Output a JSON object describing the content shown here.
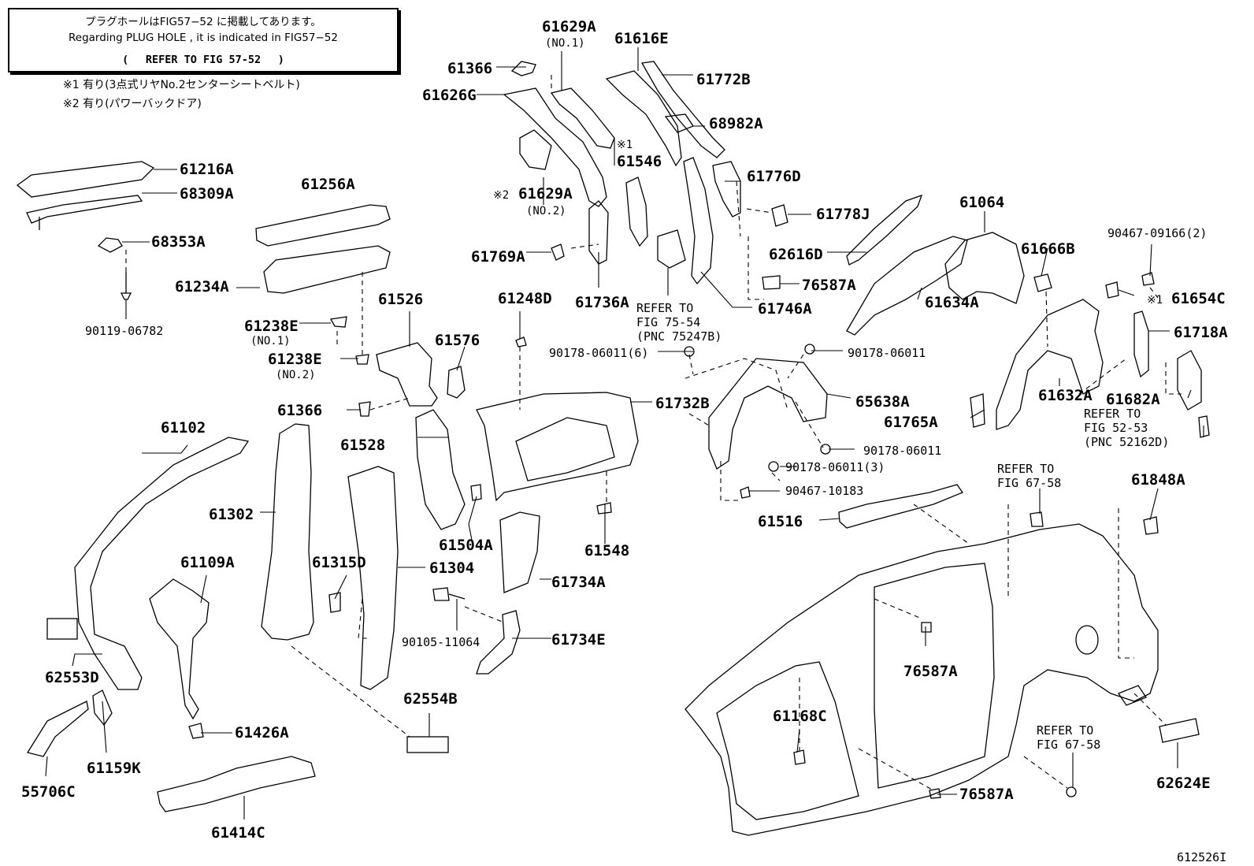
{
  "notes": {
    "box_line1": "プラグホールはFIG57−52 に掲載してあります。",
    "box_line2": "Regarding PLUG HOLE , it is indicated in FIG57−52",
    "box_line3": "(　 REFER TO FIG 57-52 　)",
    "note1": "※1 有り(3点式リヤNo.2センターシートベルト)",
    "note2": "※2 有り(パワーバックドア)"
  },
  "figure_id": "612526I",
  "labels": {
    "p61629A_1": "61629A",
    "p61629A_1_sub": "(NO.1)",
    "p61616E": "61616E",
    "p61366_top": "61366",
    "p61772B": "61772B",
    "p61626G": "61626G",
    "p68982A": "68982A",
    "mark1": "※1",
    "p61546": "61546",
    "p61776D": "61776D",
    "p61216A": "61216A",
    "p68309A": "68309A",
    "p61256A": "61256A",
    "mark2": "※2",
    "p61629A_2": "61629A",
    "p61629A_2_sub": "(NO.2)",
    "p61778J": "61778J",
    "p61064": "61064",
    "p68353A": "68353A",
    "p62616D": "62616D",
    "p61666B": "61666B",
    "p90467_09166": "90467-09166(2)",
    "p61769A": "61769A",
    "p61234A": "61234A",
    "p76587A_top": "76587A",
    "p61736A": "61736A",
    "p61634A": "61634A",
    "p61654C": "61654C",
    "mark1b": "※1",
    "p61526": "61526",
    "p61248D": "61248D",
    "ref_75_1": "REFER TO",
    "ref_75_2": "FIG 75-54",
    "ref_75_3": "(PNC 75247B)",
    "p61746A": "61746A",
    "p90119_06782": "90119-06782",
    "p61718A": "61718A",
    "p61238E_1": "61238E",
    "p61238E_1_sub": "(NO.1)",
    "p61576": "61576",
    "p90178_06011_6": "90178-06011(6)",
    "p90178_06011_a": "90178-06011",
    "p61238E_2": "61238E",
    "p61238E_2_sub": "(NO.2)",
    "p61632A": "61632A",
    "p61682A": "61682A",
    "p61732B": "61732B",
    "p65638A": "65638A",
    "p61366_mid": "61366",
    "ref_52_1": "REFER TO",
    "ref_52_2": "FIG 52-53",
    "ref_52_3": "(PNC 52162D)",
    "p61765A": "61765A",
    "p61102": "61102",
    "p61528": "61528",
    "p90178_06011_b": "90178-06011",
    "p90178_06011_3": "90178-06011(3)",
    "ref_67_1a": "REFER TO",
    "ref_67_1b": "FIG 67-58",
    "p61848A": "61848A",
    "p90467_10183": "90467-10183",
    "p61302": "61302",
    "p61516": "61516",
    "p61504A": "61504A",
    "p61548": "61548",
    "p61109A": "61109A",
    "p61315D": "61315D",
    "p61304": "61304",
    "p61734A": "61734A",
    "p90105_11064": "90105-11064",
    "p61734E": "61734E",
    "p62553D": "62553D",
    "p76587A_mid": "76587A",
    "p62554B": "62554B",
    "p61168C": "61168C",
    "ref_67_2a": "REFER TO",
    "ref_67_2b": "FIG 67-58",
    "p61426A": "61426A",
    "p55706C": "55706C",
    "p61159K": "61159K",
    "p62624E": "62624E",
    "p76587A_bot": "76587A",
    "p61414C": "61414C"
  }
}
